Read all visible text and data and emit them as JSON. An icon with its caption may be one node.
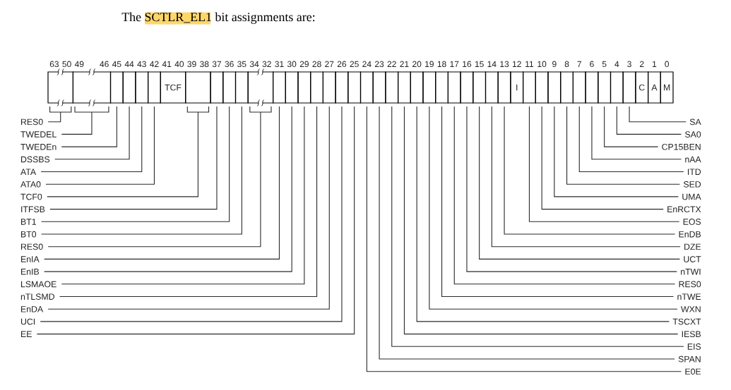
{
  "diagram": {
    "title": "The SCTLR_EL1 bit assignments are:",
    "nodes": [
      {
        "text": [],
        "shape": "box",
        "beside": [
          "63",
          "50"
        ]
      },
      {
        "text": [],
        "shape": "box",
        "beside": [
          "49",
          "46"
        ]
      },
      {
        "text": [],
        "shape": "box",
        "beside": [
          "45"
        ]
      },
      {
        "text": [],
        "shape": "box",
        "beside": [
          "44"
        ]
      },
      {
        "text": [],
        "shape": "box",
        "beside": [
          "43"
        ]
      },
      {
        "text": [],
        "shape": "box",
        "beside": [
          "42"
        ]
      },
      {
        "text": [
          "TCF"
        ],
        "beside": [
          "41",
          "40"
        ]
      },
      {
        "text": [],
        "shape": "box",
        "beside": [
          "39",
          "38"
        ]
      },
      {
        "text": [],
        "shape": "box",
        "beside": [
          "37"
        ]
      },
      {
        "text": [],
        "shape": "box",
        "beside": [
          "36"
        ]
      },
      {
        "text": [],
        "shape": "box",
        "beside": [
          "35"
        ]
      },
      {
        "text": [],
        "shape": "box",
        "beside": [
          "34",
          "32"
        ]
      },
      {
        "text": [],
        "shape": "box",
        "beside": [
          "31"
        ]
      },
      {
        "text": [],
        "shape": "box",
        "beside": [
          "30"
        ]
      },
      {
        "text": [],
        "shape": "box",
        "beside": [
          "29"
        ]
      },
      {
        "text": [],
        "shape": "box",
        "beside": [
          "28"
        ]
      },
      {
        "text": [],
        "shape": "box",
        "beside": [
          "27"
        ]
      },
      {
        "text": [],
        "shape": "box",
        "beside": [
          "26"
        ]
      },
      {
        "text": [],
        "shape": "box",
        "beside": [
          "25"
        ]
      },
      {
        "text": [],
        "shape": "box",
        "beside": [
          "24"
        ]
      },
      {
        "text": [],
        "shape": "box",
        "beside": [
          "23"
        ]
      },
      {
        "text": [],
        "shape": "box",
        "beside": [
          "22"
        ]
      },
      {
        "text": [],
        "shape": "box",
        "beside": [
          "21"
        ]
      },
      {
        "text": [],
        "shape": "box",
        "beside": [
          "20"
        ]
      },
      {
        "text": [],
        "shape": "box",
        "beside": [
          "19"
        ]
      },
      {
        "text": [],
        "shape": "box",
        "beside": [
          "18"
        ]
      },
      {
        "text": [],
        "shape": "box",
        "beside": [
          "17"
        ]
      },
      {
        "text": [],
        "shape": "box",
        "beside": [
          "16"
        ]
      },
      {
        "text": [],
        "shape": "box",
        "beside": [
          "15"
        ]
      },
      {
        "text": [],
        "shape": "box",
        "beside": [
          "14"
        ]
      },
      {
        "text": [],
        "shape": "box",
        "beside": [
          "13"
        ]
      },
      {
        "text": [
          "I"
        ],
        "beside": [
          "12"
        ]
      },
      {
        "text": [],
        "shape": "box",
        "beside": [
          "11"
        ]
      },
      {
        "text": [],
        "shape": "box",
        "beside": [
          "10"
        ]
      },
      {
        "text": [],
        "shape": "box",
        "beside": [
          "9"
        ]
      },
      {
        "text": [],
        "shape": "box",
        "beside": [
          "8"
        ]
      },
      {
        "text": [],
        "shape": "box",
        "beside": [
          "7"
        ]
      },
      {
        "text": [],
        "shape": "box",
        "beside": [
          "6"
        ]
      },
      {
        "text": [],
        "shape": "box",
        "beside": [
          "5"
        ]
      },
      {
        "text": [],
        "shape": "box",
        "beside": [
          "4"
        ]
      },
      {
        "text": [],
        "shape": "box",
        "beside": [
          "3"
        ]
      },
      {
        "text": [
          "C"
        ],
        "beside": [
          "2"
        ]
      },
      {
        "text": [
          "A"
        ],
        "beside": [
          "1"
        ]
      },
      {
        "text": [
          "M"
        ],
        "beside": [
          "0"
        ]
      },
      {
        "text": [
          "RES0"
        ]
      },
      {
        "text": [
          "TWEDEL"
        ]
      },
      {
        "text": [
          "TWEDEn"
        ]
      },
      {
        "text": [
          "DSSBS"
        ]
      },
      {
        "text": [
          "ATA"
        ]
      },
      {
        "text": [
          "ATA0"
        ]
      },
      {
        "text": [
          "TCF0"
        ]
      },
      {
        "text": [
          "ITFSB"
        ]
      },
      {
        "text": [
          "BT1"
        ]
      },
      {
        "text": [
          "BT0"
        ]
      },
      {
        "text": [
          "RES0"
        ]
      },
      {
        "text": [
          "EnIA"
        ]
      },
      {
        "text": [
          "EnIB"
        ]
      },
      {
        "text": [
          "LSMAOE"
        ]
      },
      {
        "text": [
          "nTLSMD"
        ]
      },
      {
        "text": [
          "EnDA"
        ]
      },
      {
        "text": [
          "UCI"
        ]
      },
      {
        "text": [
          "EE"
        ]
      },
      {
        "text": [
          "SA"
        ]
      },
      {
        "text": [
          "SA0"
        ]
      },
      {
        "text": [
          "CP15BEN"
        ]
      },
      {
        "text": [
          "nAA"
        ]
      },
      {
        "text": [
          "ITD"
        ]
      },
      {
        "text": [
          "SED"
        ]
      },
      {
        "text": [
          "UMA"
        ]
      },
      {
        "text": [
          "EnRCTX"
        ]
      },
      {
        "text": [
          "EOS"
        ]
      },
      {
        "text": [
          "EnDB"
        ]
      },
      {
        "text": [
          "DZE"
        ]
      },
      {
        "text": [
          "UCT"
        ]
      },
      {
        "text": [
          "nTWI"
        ]
      },
      {
        "text": [
          "RES0"
        ]
      },
      {
        "text": [
          "nTWE"
        ]
      },
      {
        "text": [
          "WXN"
        ]
      },
      {
        "text": [
          "TSCXT"
        ]
      },
      {
        "text": [
          "IESB"
        ]
      },
      {
        "text": [
          "EIS"
        ]
      },
      {
        "text": [
          "SPAN"
        ]
      },
      {
        "text": [
          "E0E"
        ]
      }
    ],
    "edges": [
      {
        "from": 44,
        "to": 0,
        "arrow": "none"
      },
      {
        "from": 45,
        "to": 1,
        "arrow": "none"
      },
      {
        "from": 46,
        "to": 2,
        "arrow": "none"
      },
      {
        "from": 47,
        "to": 3,
        "arrow": "none"
      },
      {
        "from": 48,
        "to": 4,
        "arrow": "none"
      },
      {
        "from": 49,
        "to": 5,
        "arrow": "none"
      },
      {
        "from": 50,
        "to": 7,
        "arrow": "none"
      },
      {
        "from": 51,
        "to": 8,
        "arrow": "none"
      },
      {
        "from": 52,
        "to": 9,
        "arrow": "none"
      },
      {
        "from": 53,
        "to": 10,
        "arrow": "none"
      },
      {
        "from": 54,
        "to": 11,
        "arrow": "none"
      },
      {
        "from": 55,
        "to": 12,
        "arrow": "none"
      },
      {
        "from": 56,
        "to": 13,
        "arrow": "none"
      },
      {
        "from": 57,
        "to": 14,
        "arrow": "none"
      },
      {
        "from": 58,
        "to": 15,
        "arrow": "none"
      },
      {
        "from": 59,
        "to": 16,
        "arrow": "none"
      },
      {
        "from": 60,
        "to": 17,
        "arrow": "none"
      },
      {
        "from": 61,
        "to": 18,
        "arrow": "none"
      },
      {
        "from": 62,
        "to": 40,
        "arrow": "none"
      },
      {
        "from": 63,
        "to": 39,
        "arrow": "none"
      },
      {
        "from": 64,
        "to": 38,
        "arrow": "none"
      },
      {
        "from": 65,
        "to": 37,
        "arrow": "none"
      },
      {
        "from": 66,
        "to": 36,
        "arrow": "none"
      },
      {
        "from": 67,
        "to": 35,
        "arrow": "none"
      },
      {
        "from": 68,
        "to": 34,
        "arrow": "none"
      },
      {
        "from": 69,
        "to": 33,
        "arrow": "none"
      },
      {
        "from": 70,
        "to": 32,
        "arrow": "none"
      },
      {
        "from": 71,
        "to": 30,
        "arrow": "none"
      },
      {
        "from": 72,
        "to": 29,
        "arrow": "none"
      },
      {
        "from": 73,
        "to": 28,
        "arrow": "none"
      },
      {
        "from": 74,
        "to": 27,
        "arrow": "none"
      },
      {
        "from": 75,
        "to": 26,
        "arrow": "none"
      },
      {
        "from": 76,
        "to": 25,
        "arrow": "none"
      },
      {
        "from": 77,
        "to": 24,
        "arrow": "none"
      },
      {
        "from": 78,
        "to": 23,
        "arrow": "none"
      },
      {
        "from": 79,
        "to": 22,
        "arrow": "none"
      },
      {
        "from": 80,
        "to": 21,
        "arrow": "none"
      },
      {
        "from": 81,
        "to": 20,
        "arrow": "none"
      },
      {
        "from": 82,
        "to": 19,
        "arrow": "none"
      }
    ]
  }
}
